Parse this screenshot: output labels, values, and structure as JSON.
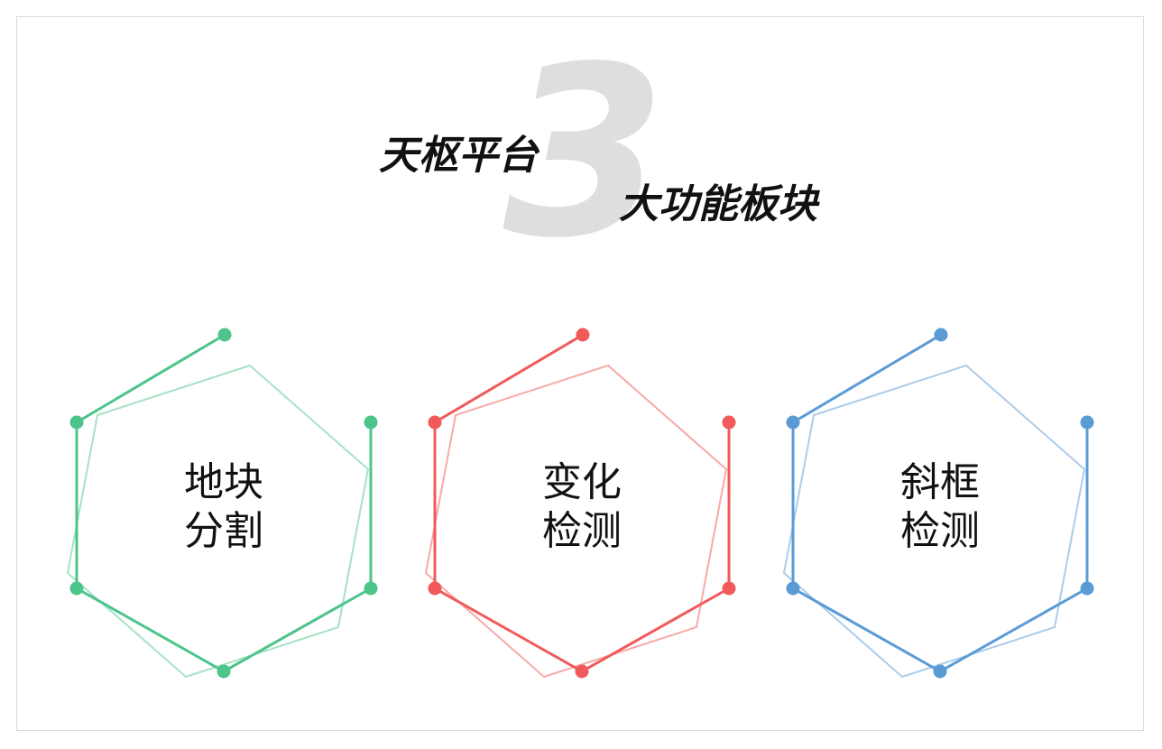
{
  "header": {
    "number": "3",
    "title_part1": "天枢平台",
    "title_part2": "大功能板块"
  },
  "modules": [
    {
      "line1": "地块",
      "line2": "分割",
      "color": "#4cc48a",
      "light_color": "#a6e2c4",
      "icon": "hexagon-icon"
    },
    {
      "line1": "变化",
      "line2": "检测",
      "color": "#f05a5a",
      "light_color": "#f8a9a9",
      "icon": "hexagon-icon"
    },
    {
      "line1": "斜框",
      "line2": "检测",
      "color": "#5b9bd5",
      "light_color": "#acccea",
      "icon": "hexagon-icon"
    }
  ],
  "colors": {
    "frame": "#dcdcdc",
    "big_number": "#dedede",
    "text": "#111111"
  }
}
